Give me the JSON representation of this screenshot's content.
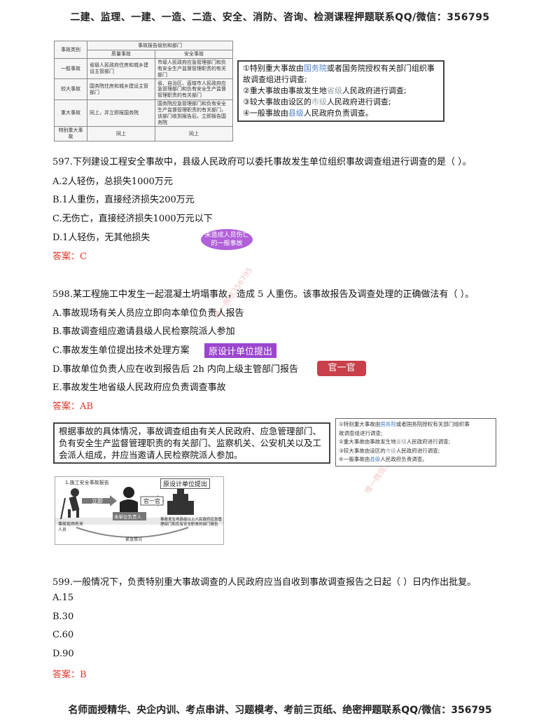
{
  "header": "二建、监理、一建、一造、二造、安全、消防、咨询、检测课程押题联系QQ/微信：356795",
  "footer": "名师面授精华、央企内训、考点串讲、习题模考、考前三页纸、绝密押题联系QQ/微信：356795",
  "table": {
    "col_type": "事故类别",
    "col_group": "事故报告级别和部门",
    "col_quality": "质量事故",
    "col_safety": "安全事故",
    "rows": [
      {
        "type": "一般事故",
        "quality": "省级人民政府住房和城乡建设主管部门",
        "safety": "市级人民政府应急管理部门和负有安全生产监督管理职责的有关部门"
      },
      {
        "type": "较大事故",
        "quality": "国务院住房和城乡建设主管部门",
        "safety": "省、自治区、直辖市人民政府应急管理部门和负有安全生产监督管理职责的有关部门"
      },
      {
        "type": "重大事故",
        "quality": "同上，并立即报国务院",
        "safety": "国务院应急管理部门和负有安全生产监督管理职责的有关部门，该部门收到报告后，立即报告国务院"
      },
      {
        "type": "特别重大事故",
        "quality": "同上",
        "safety": "同上"
      }
    ]
  },
  "note_box": {
    "l1a": "①特别重大事故由",
    "l1b": "国务院",
    "l1c": "或者国务院授权有关部门组织事",
    "l2": "故调查组进行调查;",
    "l3a": "②重大事故由事故发生地",
    "l3b": "省级",
    "l3c": "人民政府进行调查;",
    "l4a": "③较大事故由设区的",
    "l4b": "市级",
    "l4c": "人民政府进行调查;",
    "l5a": "④一般事故由",
    "l5b": "县级",
    "l5c": "人民政府负责调查。"
  },
  "q597": {
    "stem": "597.下列建设工程安全事故中，县级人民政府可以委托事故发生单位组织事故调查组进行调查的是（    ）。",
    "A": "A.2人轻伤，总损失1000万元",
    "B": "B.1人重伤，直接经济损失200万元",
    "C": "C.无伤亡，直接经济损失1000万元以下",
    "D": "D.1人轻伤，无其他损失",
    "answer": "答案：C",
    "cloud": "未造成人员伤亡的一般事故"
  },
  "q598": {
    "stem": "598.某工程施工中发生一起混凝土坍塌事故，造成 5 人重伤。该事故报告及调查处理的正确做法有（    ）。",
    "A": "A.事故现场有关人员应立即向本单位负责人报告",
    "B": "B.事故调查组应邀请县级人民检察院派人参加",
    "C": "C.事故发生单位提出技术处理方案",
    "D": "D.事故单位负责人应在收到报告后 2h 内向上级主管部门报告",
    "E": "E.事故发生地省级人民政府应负责调查事故",
    "answer": "答案：AB",
    "tag_c": "原设计单位提出",
    "tag_d": "官一官"
  },
  "explain": "根据事故的具体情况，事故调查组由有关人民政府、应急管理部门、负有安全生产监督管理职责的有关部门、监察机关、公安机关以及工会派人组成，并应当邀请人民检察院派人参加。",
  "diagram": {
    "title": "1.施工安全事故报告",
    "tag": "原设计单位提出",
    "step1": "立即",
    "step2": "本单位负责人",
    "step3": "官一官",
    "left_label": "事故现场有关人员",
    "right_label": "事故发生地县级以上人民政府应急管理部门和负有安全职责的部门报告",
    "bottom": "紧急情况"
  },
  "q599": {
    "stem": "599.一般情况下，负责特别重大事故调查的人民政府应当自收到事故调查报告之日起（    ）日内作出批复。",
    "A": "A.15",
    "B": "B.30",
    "C": "C.60",
    "D": "D.90",
    "answer": "答案：B"
  }
}
